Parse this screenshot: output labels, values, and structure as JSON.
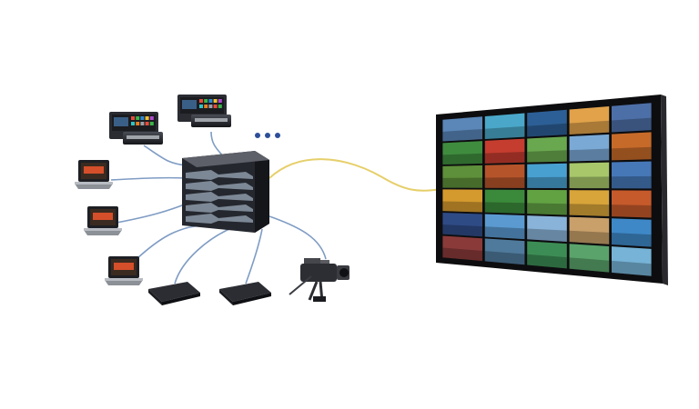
{
  "diagram": {
    "hub": {
      "icon": "video-matrix-switcher-icon"
    },
    "sources": [
      {
        "id": "control-panel-1",
        "icon": "control-panel-icon"
      },
      {
        "id": "control-panel-2",
        "icon": "control-panel-icon"
      },
      {
        "id": "laptop-1",
        "icon": "laptop-icon"
      },
      {
        "id": "laptop-2",
        "icon": "laptop-icon"
      },
      {
        "id": "laptop-3",
        "icon": "laptop-icon"
      },
      {
        "id": "media-box-1",
        "icon": "media-player-box-icon"
      },
      {
        "id": "media-box-2",
        "icon": "media-player-box-icon"
      },
      {
        "id": "camera",
        "icon": "video-camera-icon"
      }
    ],
    "more_indicator": {
      "icon": "ellipsis-dots-icon"
    },
    "output": {
      "icon": "video-wall-display-icon",
      "rows": 6,
      "cols": 5
    },
    "colors": {
      "source_cable": "#7f9cc4",
      "output_cable": "#e6cf6a",
      "hub_body": "#2a2d35",
      "wall_frame": "#111111",
      "dots": "#2d4e99"
    },
    "wall_tiles": [
      "#5a86b8",
      "#4aa7c9",
      "#2c5f96",
      "#e1a24a",
      "#4d6fa7",
      "#3f8c3e",
      "#c53d2f",
      "#6aa84f",
      "#7aa9d6",
      "#c66a2a",
      "#5e8f3a",
      "#b5542b",
      "#48a0d0",
      "#a7c76a",
      "#4678b8",
      "#d59a2e",
      "#3b8a3b",
      "#62a243",
      "#d8a53a",
      "#c65a2b",
      "#2f4b86",
      "#5a9ad0",
      "#8ab3d9",
      "#c9a06a",
      "#3e88c7",
      "#8b3a3a",
      "#4f7a9c",
      "#3c8d55",
      "#5aa36b",
      "#76b3d6"
    ]
  }
}
